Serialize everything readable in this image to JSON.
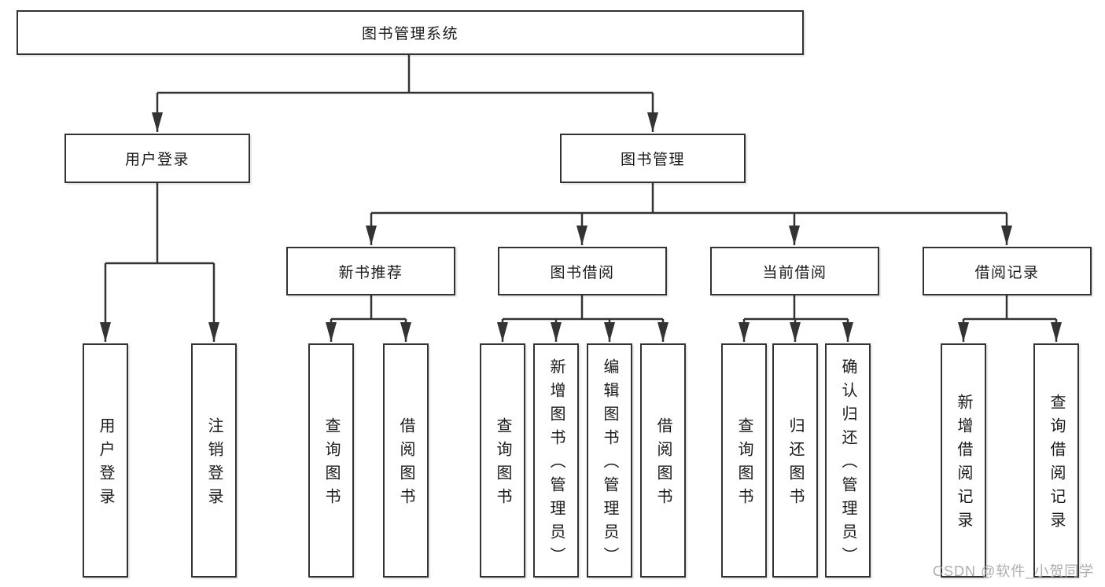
{
  "tree": {
    "root": {
      "label": "图书管理系统",
      "children": [
        {
          "label": "用户登录",
          "children": [
            {
              "label": "用户登录"
            },
            {
              "label": "注销登录"
            }
          ]
        },
        {
          "label": "图书管理",
          "children": [
            {
              "label": "新书推荐",
              "children": [
                {
                  "label": "查询图书"
                },
                {
                  "label": "借阅图书"
                }
              ]
            },
            {
              "label": "图书借阅",
              "children": [
                {
                  "label": "查询图书"
                },
                {
                  "label": "新增图书（管理员）"
                },
                {
                  "label": "编辑图书（管理员）"
                },
                {
                  "label": "借阅图书"
                }
              ]
            },
            {
              "label": "当前借阅",
              "children": [
                {
                  "label": "查询图书"
                },
                {
                  "label": "归还图书"
                },
                {
                  "label": "确认归还（管理员）"
                }
              ]
            },
            {
              "label": "借阅记录",
              "children": [
                {
                  "label": "新增借阅记录"
                },
                {
                  "label": "查询借阅记录"
                }
              ]
            }
          ]
        }
      ]
    }
  },
  "watermark": {
    "text": "CSDN @软件_小贺同学"
  },
  "colors": {
    "line": "#333333",
    "box_border": "#333333",
    "text": "#1a1a1a",
    "watermark": "#aaaaaa",
    "background": "#ffffff"
  }
}
